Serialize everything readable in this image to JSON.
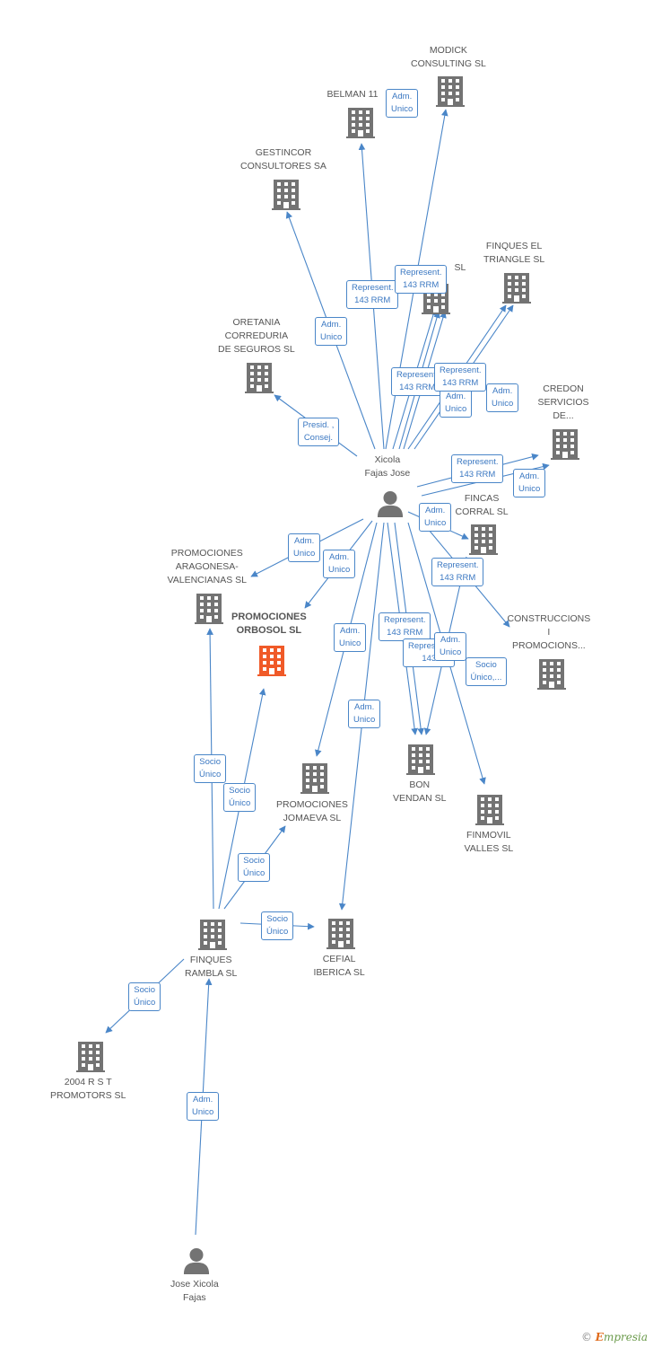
{
  "colors": {
    "edge": "#4a86c8",
    "building": "#737373",
    "building_main": "#f05a28",
    "person": "#737373",
    "label": "#555555",
    "edge_text": "#3b78c2"
  },
  "nodes": [
    {
      "id": "modick",
      "type": "company",
      "lines": [
        "MODICK",
        "CONSULTING SL"
      ]
    },
    {
      "id": "belman",
      "type": "company",
      "lines": [
        "BELMAN 11"
      ]
    },
    {
      "id": "gestincor",
      "type": "company",
      "lines": [
        "GESTINCOR",
        "CONSULTORES SA"
      ]
    },
    {
      "id": "hidden_sl",
      "type": "company",
      "lines": [
        "SL"
      ]
    },
    {
      "id": "finques_triangle",
      "type": "company",
      "lines": [
        "FINQUES EL",
        "TRIANGLE SL"
      ]
    },
    {
      "id": "oretania",
      "type": "company",
      "lines": [
        "ORETANIA",
        "CORREDURIA",
        "DE SEGUROS SL"
      ]
    },
    {
      "id": "credon",
      "type": "company",
      "lines": [
        "CREDON",
        "SERVICIOS",
        "DE..."
      ]
    },
    {
      "id": "xicola",
      "type": "person",
      "lines": [
        "Xicola",
        "Fajas Jose"
      ]
    },
    {
      "id": "fincas_corral",
      "type": "company",
      "lines": [
        "FINCAS",
        "CORRAL SL"
      ]
    },
    {
      "id": "prom_aragonesa",
      "type": "company",
      "lines": [
        "PROMOCIONES",
        "ARAGONESA-",
        "VALENCIANAS SL"
      ]
    },
    {
      "id": "prom_orbosol",
      "type": "company_main",
      "lines": [
        "PROMOCIONES",
        "ORBOSOL SL"
      ]
    },
    {
      "id": "construccions",
      "type": "company",
      "lines": [
        "CONSTRUCCIONS",
        "I",
        "PROMOCIONS..."
      ]
    },
    {
      "id": "prom_jomaeva",
      "type": "company",
      "lines": [
        "PROMOCIONES",
        "JOMAEVA SL"
      ]
    },
    {
      "id": "bon_vendan",
      "type": "company",
      "lines": [
        "BON",
        "VENDAN SL"
      ]
    },
    {
      "id": "finmovil",
      "type": "company",
      "lines": [
        "FINMOVIL",
        "VALLES SL"
      ]
    },
    {
      "id": "finques_rambla",
      "type": "company",
      "lines": [
        "FINQUES",
        "RAMBLA SL"
      ]
    },
    {
      "id": "cefial",
      "type": "company",
      "lines": [
        "CEFIAL",
        "IBERICA SL"
      ]
    },
    {
      "id": "rst",
      "type": "company",
      "lines": [
        "2004 R S T",
        "PROMOTORS SL"
      ]
    },
    {
      "id": "jose_xicola",
      "type": "person",
      "lines": [
        "Jose Xicola",
        "Fajas"
      ]
    }
  ],
  "edges": [
    {
      "from": "xicola",
      "to": "modick",
      "lines": [
        "Adm.",
        "Unico"
      ]
    },
    {
      "from": "xicola",
      "to": "belman",
      "lines": [
        "Represent.",
        "143 RRM"
      ]
    },
    {
      "from": "xicola",
      "to": "gestincor",
      "lines": [
        "Adm.",
        "Unico"
      ]
    },
    {
      "from": "xicola",
      "to": "hidden_sl",
      "lines": [
        "Represent.",
        "143 RRM"
      ]
    },
    {
      "from": "xicola",
      "to": "hidden_sl",
      "lines": [
        "Represent.",
        "143 RRM"
      ]
    },
    {
      "from": "xicola",
      "to": "hidden_sl",
      "lines": [
        "Adm.",
        "Unico"
      ]
    },
    {
      "from": "xicola",
      "to": "finques_triangle",
      "lines": [
        "Represent.",
        "143 RRM"
      ]
    },
    {
      "from": "xicola",
      "to": "finques_triangle",
      "lines": [
        "Adm.",
        "Unico"
      ]
    },
    {
      "from": "xicola",
      "to": "oretania",
      "lines": [
        "Presid. ,",
        "Consej."
      ]
    },
    {
      "from": "xicola",
      "to": "credon",
      "lines": [
        "Represent.",
        "143 RRM"
      ]
    },
    {
      "from": "xicola",
      "to": "credon",
      "lines": [
        "Adm.",
        "Unico"
      ]
    },
    {
      "from": "xicola",
      "to": "fincas_corral",
      "lines": [
        "Adm.",
        "Unico"
      ]
    },
    {
      "from": "xicola",
      "to": "prom_aragonesa",
      "lines": [
        "Adm.",
        "Unico"
      ]
    },
    {
      "from": "xicola",
      "to": "prom_orbosol",
      "lines": [
        "Adm.",
        "Unico"
      ]
    },
    {
      "from": "xicola",
      "to": "construccions",
      "lines": [
        "Represent.",
        "143 RRM"
      ]
    },
    {
      "from": "xicola",
      "to": "prom_jomaeva",
      "lines": [
        "Adm.",
        "Unico"
      ]
    },
    {
      "from": "xicola",
      "to": "bon_vendan",
      "lines": [
        "Represent.",
        "143 RRM"
      ]
    },
    {
      "from": "xicola",
      "to": "bon_vendan",
      "lines": [
        "Represent.",
        "143"
      ]
    },
    {
      "from": "xicola",
      "to": "bon_vendan",
      "lines": [
        "Adm.",
        "Unico"
      ]
    },
    {
      "from": "xicola",
      "to": "finmovil",
      "lines": [
        "Socio",
        "Único,..."
      ]
    },
    {
      "from": "xicola",
      "to": "cefial",
      "lines": [
        "Adm.",
        "Unico"
      ]
    },
    {
      "from": "finques_rambla",
      "to": "prom_aragonesa",
      "lines": [
        "Socio",
        "Único"
      ]
    },
    {
      "from": "finques_rambla",
      "to": "prom_orbosol",
      "lines": [
        "Socio",
        "Único"
      ]
    },
    {
      "from": "finques_rambla",
      "to": "prom_jomaeva",
      "lines": [
        "Socio",
        "Único"
      ]
    },
    {
      "from": "finques_rambla",
      "to": "cefial",
      "lines": [
        "Socio",
        "Único"
      ]
    },
    {
      "from": "finques_rambla",
      "to": "rst",
      "lines": [
        "Socio",
        "Único"
      ]
    },
    {
      "from": "jose_xicola",
      "to": "finques_rambla",
      "lines": [
        "Adm.",
        "Unico"
      ]
    }
  ],
  "footer": {
    "copyright": "©",
    "brand_initial": "E",
    "brand_rest": "mpresia"
  }
}
